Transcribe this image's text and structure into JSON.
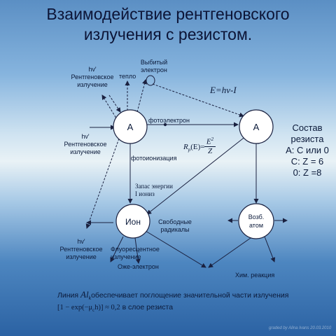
{
  "title": {
    "line1": "Взаимодействие рентгеновского",
    "line2": "излучения с резистом."
  },
  "nodes": {
    "atom_left": "A",
    "atom_right": "A",
    "ion": "Ион",
    "excited_atom_line1": "Возб.",
    "excited_atom_line2": "атом"
  },
  "labels": {
    "hv_top": "hv'",
    "xray_top_line1": "Рентгеновское",
    "xray_top_line2": "излучение",
    "heat": "тепло",
    "knocked_line1": "Выбитый",
    "knocked_line2": "электрон",
    "hv_left": "hv'",
    "xray_left_line1": "Рентгеновское",
    "xray_left_line2": "излучение",
    "photoelectron": "фотоэлектрон",
    "photoionization": "фотоионизация",
    "energy_line1": "Запас энергии",
    "energy_line2": "I иониз",
    "free_radicals_line1": "Свободные",
    "free_radicals_line2": "радикалы",
    "hv_bottom": "hv'",
    "xray_bottom_line1": "Рентгеновское",
    "xray_bottom_line2": "излучение",
    "fluorescent_line1": "Флуоресцентное",
    "fluorescent_line2": "излучение",
    "auger": "Оже-электрон",
    "chem_reaction": "Хим. реакция"
  },
  "formulas": {
    "energy": "E=hv-I",
    "rp_lhs": "R",
    "rp_sub": "p",
    "rp_arg": "(E)=",
    "rp_num": "E",
    "rp_exp": "2",
    "rp_den": "Z"
  },
  "composition": {
    "line1": "Состав",
    "line2": "резиста",
    "line3": "A: C или 0",
    "line4": "C: Z = 6",
    "line5": "0: Z =8"
  },
  "bottom_text": {
    "line1_prefix": "Линия",
    "line1_symbol": "Al",
    "line1_sub": "k",
    "line1_suffix": "обеспечивает поглощение значительной части излучения",
    "line2_formula": "[1 − exp(−μ",
    "line2_sub": "c",
    "line2_formula_end": "h)] ≈ 0,2",
    "line2_suffix": "в слое резиста"
  },
  "credit": "graded by Alina Ivans 20.03.2010",
  "colors": {
    "title": "#0c1436",
    "text": "#0b1a3a",
    "node_fill": "#ffffff",
    "node_stroke": "#1a2140"
  }
}
